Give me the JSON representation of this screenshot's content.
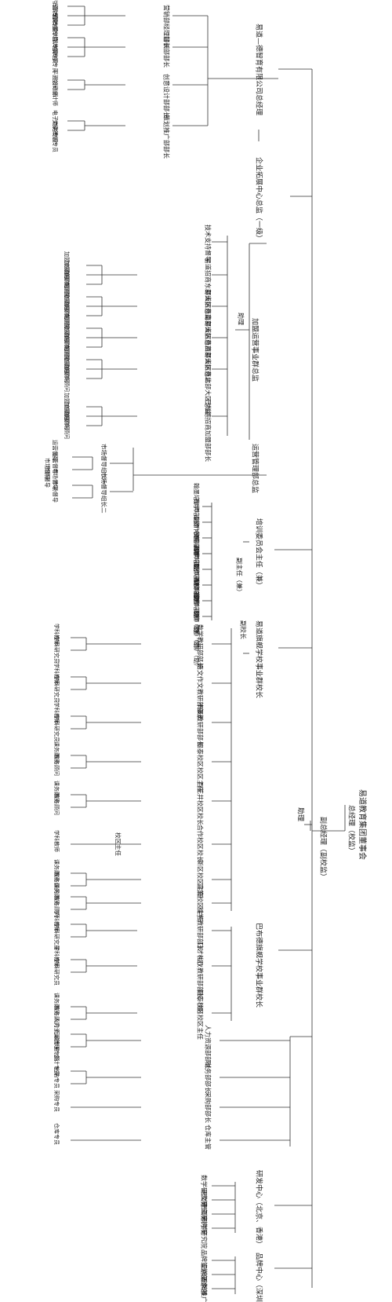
{
  "root": {
    "name": "易道教育集团董事会",
    "role": "总经理（校监）",
    "deputy": "副总经理（副校监）",
    "assistant": "助理"
  },
  "branches": [
    {
      "id": "ydcity",
      "name": "易道—德智育有限公司总经理",
      "sub": [
        {
          "name": "营销部经理部长",
          "leaves": [
            "营销部专员",
            "营销部专员",
            "营销部专员"
          ]
        },
        {
          "name": "培训部部长",
          "leaves": [
            "培训部专员",
            "培训部专员",
            "培训部专员"
          ]
        },
        {
          "name": "创意设计部部长",
          "leaves": [
            "平面设计师",
            "空间设计师"
          ]
        },
        {
          "name": "策划推广部部长",
          "leaves": [
            "电子商务专员",
            "文案策划专员"
          ]
        }
      ]
    },
    {
      "id": "expansion",
      "name": "企业拓展中心总监（一级）",
      "children": [
        {
          "name": "加盟运营事业群总监",
          "assistant": "助理",
          "sub": [
            {
              "name": "技术支持督导",
              "leaves": []
            },
            {
              "name": "易道招商东部大区总监",
              "leaves": [
                "加盟商顾问",
                "加盟商顾问",
                "加盟商顾问"
              ]
            },
            {
              "name": "易道招商南部大区总监",
              "leaves": [
                "加盟商顾问",
                "加盟商顾问",
                "加盟商顾问"
              ]
            },
            {
              "name": "易道招商西部大区总监",
              "leaves": [
                "加盟商顾问",
                "加盟商顾问",
                "加盟商顾问"
              ]
            },
            {
              "name": "易道招商北部大区总监",
              "leaves": [
                "加盟商顾问",
                "加盟商顾问",
                "加盟商顾问"
              ]
            },
            {
              "name": "巴布德招商加盟部部长",
              "leaves": [
                "加盟商顾问",
                "加盟商顾问",
                "加盟商顾问"
              ]
            }
          ]
        },
        {
          "name": "运营管理部总监",
          "groups": [
            {
              "name": "市场督导组长一",
              "leaves": [
                "运营督导",
                "运营督导"
              ]
            },
            {
              "name": "市场督导组长二",
              "leaves": [
                "市场督导",
                "市场督导"
              ]
            }
          ],
          "extras": [
            "市场督导",
            "市场督导"
          ]
        }
      ]
    },
    {
      "id": "training",
      "name": "培训委员会主任（兼）",
      "sub_title": "副主任（兼）",
      "members": [
        "翰墨培训师（注）（师）（助）",
        "数学培训师（注）（师）（助）",
        "语文作文培训师（注）（师）（助）",
        "书画培训师（注）（师）（助）",
        "科学培训师（注）（师）（助）",
        "口才培训师（注）（师）（助）",
        "礼仪培训师（注）（师）（助）",
        "综合培训师（注）（师）（助）"
      ]
    },
    {
      "id": "school",
      "name": "易道旗舰学校事业群校长",
      "vice": "副校长",
      "sub": [
        {
          "name": "数学教研部部长",
          "leaves": [
            "学科教师",
            "学科研究员"
          ]
        },
        {
          "name": "语文作文教研部部长",
          "leaves": [
            "学科教师",
            "学科研究员"
          ]
        },
        {
          "name": "书画教研部部长",
          "leaves": [
            "学科教师",
            "学科研究员"
          ]
        },
        {
          "name": "银泰校区校区主任",
          "leaves": [
            "课务顾问",
            "教务顾问"
          ]
        },
        {
          "name": "百花井校区校长",
          "leaves": [
            "课务顾问",
            "教务顾问"
          ]
        },
        {
          "name": "合作校区校长",
          "note": "校区主任",
          "leaves": [
            "学科教师"
          ]
        },
        {
          "name": "新区校区主任",
          "leaves": [
            "课务顾问",
            "教务顾问"
          ]
        },
        {
          "name": "直营校区主任",
          "leaves": [
            "课务顾问",
            "教务顾问"
          ]
        }
      ]
    },
    {
      "id": "babude",
      "name": "巴布德旗舰学校事业群校长",
      "sub": [
        {
          "name": "科学教研部部长（组）",
          "leaves": [
            "学科教师",
            "学科研究员"
          ]
        },
        {
          "name": "口才礼仪教研部部长（组）",
          "leaves": [
            "学科教师",
            "学科研究员"
          ]
        },
        {
          "name": "银泰校区校区主任",
          "leaves": [
            "课务顾问",
            "教务顾问"
          ]
        }
      ]
    },
    {
      "id": "functional",
      "sub": [
        {
          "name": "人力资源部部长",
          "leaves": [
            "人力资源管理专员",
            "行政专员"
          ]
        },
        {
          "name": "财务部部长",
          "leaves": [
            "会计专员",
            "出纳专员"
          ]
        },
        {
          "name": "采购部部长",
          "leaves": [
            "采购专员"
          ]
        },
        {
          "name": "仓库主管",
          "leaves": [
            "仓库专员"
          ]
        }
      ]
    },
    {
      "id": "rnd",
      "name": "研发中心（北京、香港）",
      "leaves": [
        "数学研究院",
        "语文研究院",
        "书画研究院",
        "科学研究院"
      ]
    },
    {
      "id": "brand",
      "name": "品牌中心（深圳）",
      "leaves": [
        "品牌策划部",
        "品牌形象部",
        "品牌推广部"
      ]
    }
  ]
}
